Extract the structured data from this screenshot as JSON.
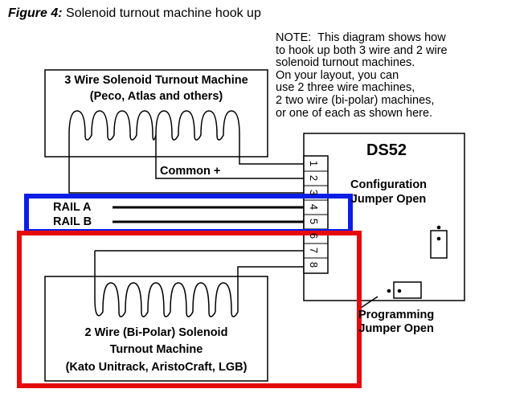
{
  "figure": {
    "label": "Figure 4:",
    "title": "Solenoid turnout machine hook up"
  },
  "note": "NOTE:  This diagram shows how\nto hook up both 3 wire and 2 wire\nsolenoid turnout machines.\nOn your layout, you can\nuse 2 three wire machines,\n2 two wire (bi-polar) machines,\nor one of each as shown here.",
  "three_wire": {
    "title": "3 Wire Solenoid Turnout Machine",
    "subtitle": "(Peco, Atlas and others)",
    "common_label": "Common +"
  },
  "two_wire": {
    "line1": "2 Wire (Bi-Polar) Solenoid",
    "line2": "Turnout Machine",
    "line3": "(Kato Unitrack, AristoCraft, LGB)"
  },
  "rails": {
    "a": "RAIL A",
    "b": "RAIL B"
  },
  "ds52": {
    "name": "DS52",
    "terminals": [
      "1",
      "2",
      "3",
      "4",
      "5",
      "6",
      "7",
      "8"
    ],
    "config_jumper": "Configuration\nJumper Open",
    "prog_jumper": "Programming\nJumper Open"
  },
  "colors": {
    "rail_highlight": "#0a1ee6",
    "two_wire_highlight": "#e60a0a",
    "line": "#000000"
  }
}
